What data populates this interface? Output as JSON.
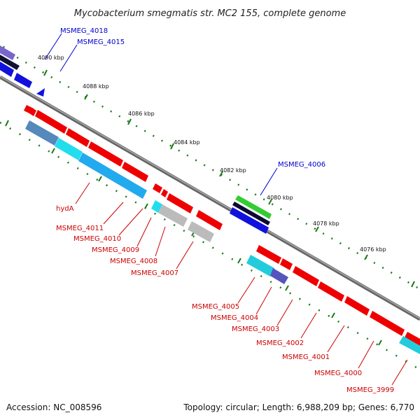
{
  "title": "Mycobacterium smegmatis str. MC2 155, complete genome",
  "footer": {
    "accession": "Accession: NC_008596",
    "summary": "Topology: circular; Length: 6,988,209 bp; Genes: 6,770"
  },
  "colors": {
    "cds": "#ff0000",
    "cds_dark": "#b00000",
    "other": "#0000ee",
    "blue_label": "#0000cc",
    "red_label": "#cc0000",
    "backbone": "#888888",
    "tick": "#1a7a1a",
    "rna": "#33cc33",
    "cyan": "#22ccee",
    "grey": "#bbbbbb"
  },
  "ruler_ticks": [
    "4090 kbp",
    "4088 kbp",
    "4086 kbp",
    "4084 kbp",
    "4082 kbp",
    "4080 kbp",
    "4078 kbp",
    "4076 kbp"
  ],
  "gene_labels": {
    "blue": [
      "MSMEG_4018",
      "MSMEG_4015",
      "MSMEG_4006"
    ],
    "red": [
      "hydA",
      "MSMEG_4011",
      "MSMEG_4010",
      "MSMEG_4009",
      "MSMEG_4008",
      "MSMEG_4007",
      "MSMEG_4005",
      "MSMEG_4004",
      "MSMEG_4003",
      "MSMEG_4002",
      "MSMEG_4001",
      "MSMEG_4000",
      "MSMEG_3999"
    ]
  }
}
